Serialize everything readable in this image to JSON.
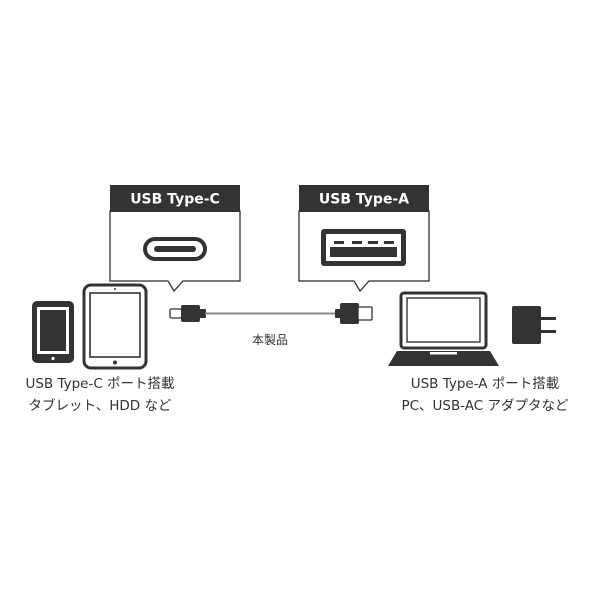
{
  "callouts": {
    "type_c": {
      "title": "USB Type-C"
    },
    "type_a": {
      "title": "USB Type-A"
    }
  },
  "cable": {
    "label": "本製品"
  },
  "left_devices": {
    "line1": "USB Type-C ポート搭載",
    "line2": "タブレット、HDD など"
  },
  "right_devices": {
    "line1": "USB Type-A ポート搭載",
    "line2": "PC、USB-AC アダプタなど"
  },
  "colors": {
    "dark": "#333333",
    "outline": "#444444",
    "cable": "#888888",
    "background": "#ffffff"
  },
  "icons": {
    "type_c_port": "usb-c-port-icon",
    "type_a_port": "usb-a-port-icon",
    "small_tablet": "hdd-tablet-icon",
    "tablet": "tablet-icon",
    "laptop": "laptop-icon",
    "adapter": "ac-adapter-icon"
  }
}
